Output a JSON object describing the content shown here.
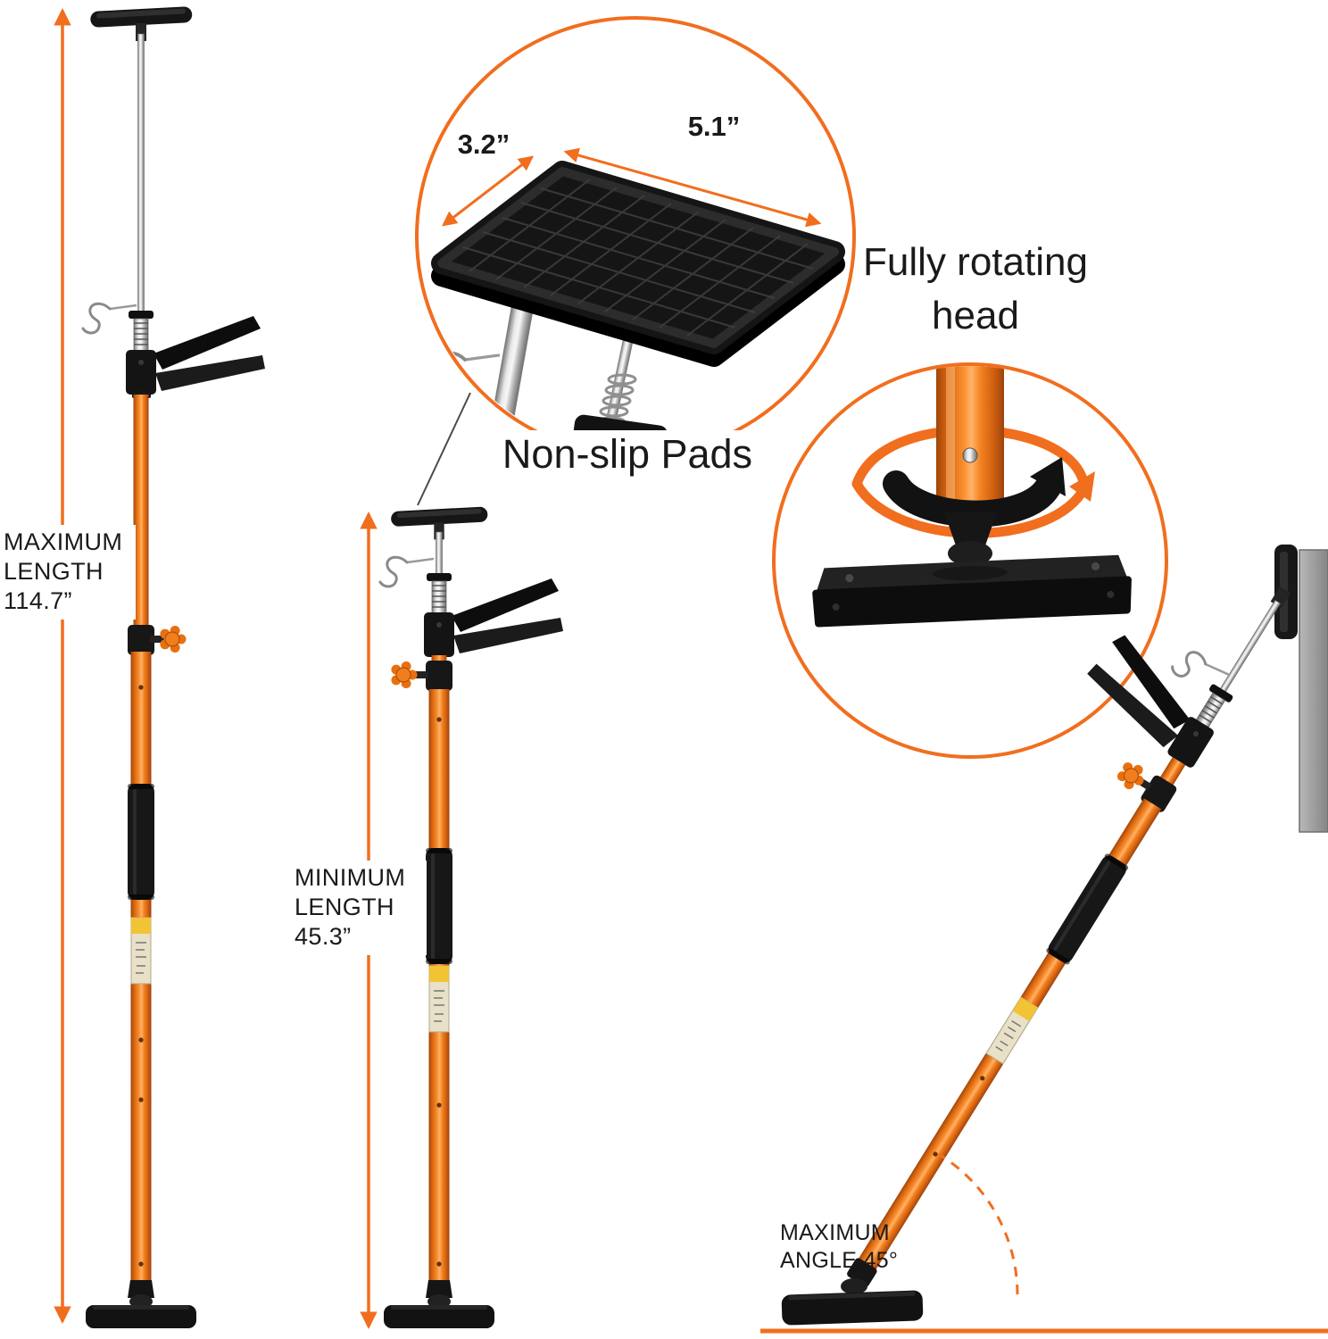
{
  "image": {
    "description": "Telescopic third-hand support pole infographic with maximum/minimum length views, non-slip pad detail, rotating head detail and 45-degree angled use",
    "background": "#ffffff"
  },
  "colors": {
    "accent_orange": "#F16E1E",
    "pole_orange": "#F5831F",
    "plastic_black": "#141414",
    "text_dark": "#1A1A1A",
    "metal_silver": "#D9D9D9",
    "wall_gray": "#9C9C9C"
  },
  "annotations": {
    "max_length": {
      "line1": "MAXIMUM",
      "line2": "LENGTH",
      "value": "114.7”"
    },
    "min_length": {
      "line1": "MINIMUM",
      "line2": "LENGTH",
      "value": "45.3”"
    },
    "pad": {
      "width": "3.2”",
      "length": "5.1”",
      "caption": "Non-slip Pads"
    },
    "rotating_head": {
      "line1": "Fully rotating",
      "line2": "head"
    },
    "max_angle": {
      "line1": "MAXIMUM",
      "line2": "ANGLE 45°"
    }
  }
}
